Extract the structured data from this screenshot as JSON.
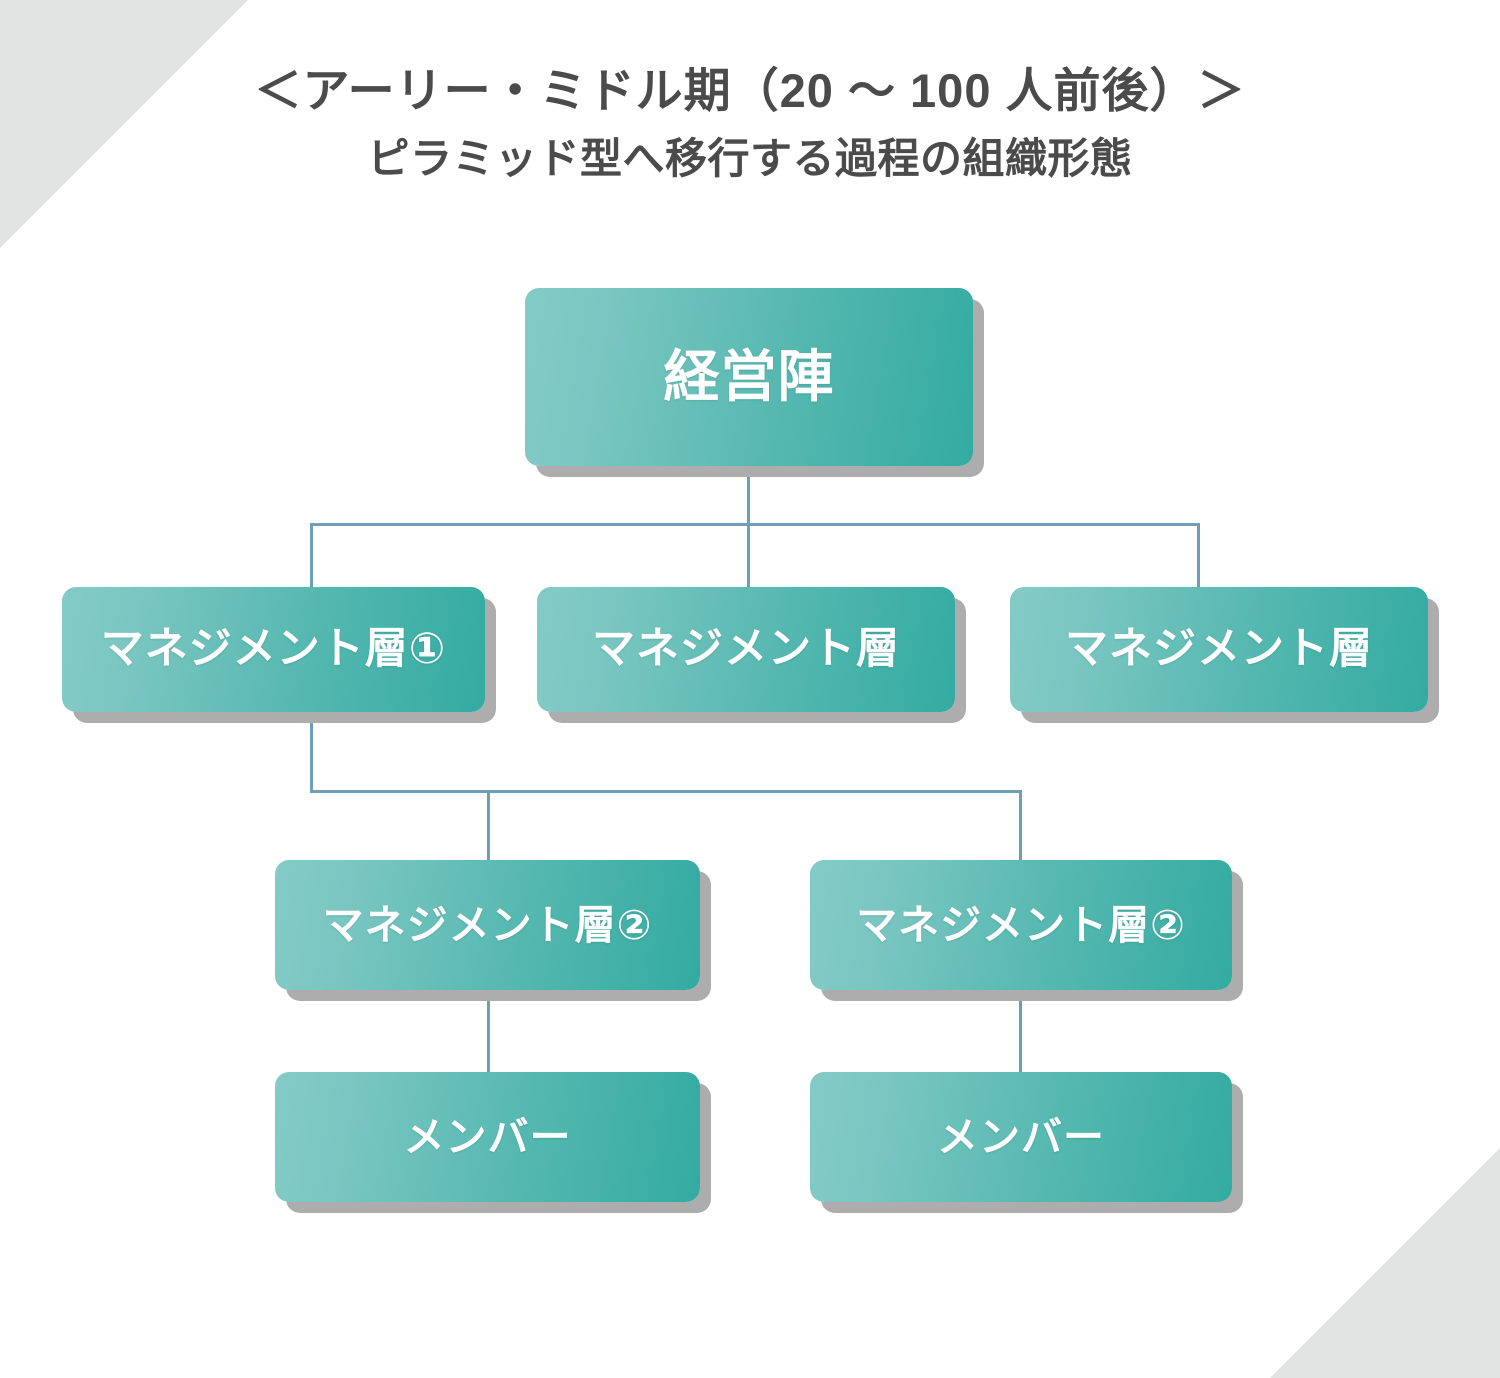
{
  "page": {
    "title_main": "＜アーリー・ミドル期（20 〜 100 人前後）＞",
    "title_sub": "ピラミッド型へ移行する過程の組織形態",
    "background_color": "#FFFFFF",
    "title_color": "#4B4B4B",
    "corner_decoration_color": "#E2E4E4",
    "node_gradient_start": "#84CBC6",
    "node_gradient_end": "#33ABA1",
    "node_shadow_color": "#ADADAD",
    "node_text_color": "#FFFFFF",
    "connector_color": "#6F9FB8"
  },
  "chart_data": {
    "type": "diagram",
    "subtype": "organization-chart",
    "title": "＜アーリー・ミドル期（20 〜 100 人前後）＞",
    "subtitle": "ピラミッド型へ移行する過程の組織形態",
    "levels": 4,
    "nodes": [
      {
        "id": "exec",
        "label": "経営陣",
        "level": 1
      },
      {
        "id": "mgr1",
        "label": "マネジメント層①",
        "level": 2
      },
      {
        "id": "mgr2",
        "label": "マネジメント層",
        "level": 2
      },
      {
        "id": "mgr3",
        "label": "マネジメント層",
        "level": 2
      },
      {
        "id": "mgr2a",
        "label": "マネジメント層②",
        "level": 3
      },
      {
        "id": "mgr2b",
        "label": "マネジメント層②",
        "level": 3
      },
      {
        "id": "mem1",
        "label": "メンバー",
        "level": 4
      },
      {
        "id": "mem2",
        "label": "メンバー",
        "level": 4
      }
    ],
    "edges": [
      {
        "from": "exec",
        "to": "mgr1"
      },
      {
        "from": "exec",
        "to": "mgr2"
      },
      {
        "from": "exec",
        "to": "mgr3"
      },
      {
        "from": "mgr1",
        "to": "mgr2a"
      },
      {
        "from": "mgr1",
        "to": "mgr2b"
      },
      {
        "from": "mgr2a",
        "to": "mem1"
      },
      {
        "from": "mgr2b",
        "to": "mem2"
      }
    ]
  },
  "nodes": {
    "exec": {
      "label": "経営陣"
    },
    "mgr1": {
      "label": "マネジメント層①"
    },
    "mgr2": {
      "label": "マネジメント層"
    },
    "mgr3": {
      "label": "マネジメント層"
    },
    "mgr2a": {
      "label": "マネジメント層②"
    },
    "mgr2b": {
      "label": "マネジメント層②"
    },
    "mem1": {
      "label": "メンバー"
    },
    "mem2": {
      "label": "メンバー"
    }
  }
}
